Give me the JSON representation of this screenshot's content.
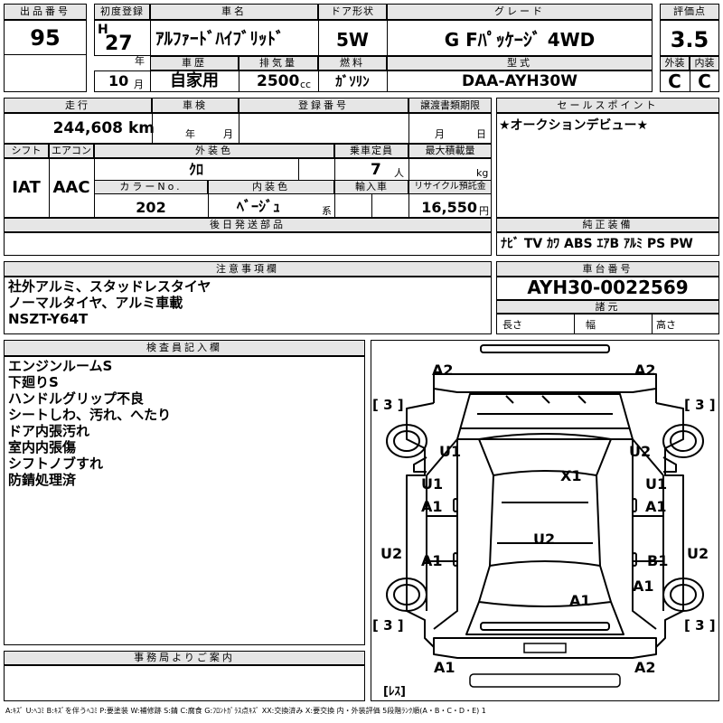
{
  "headers": {
    "lot": "出品番号",
    "first_reg": "初度登録",
    "car_name": "車名",
    "door": "ドア形状",
    "grade": "グレード",
    "score": "評価点",
    "history": "車歴",
    "displacement": "排気量",
    "fuel": "燃料",
    "model_code": "型式",
    "exterior": "外装",
    "interior": "内装",
    "mileage": "走行",
    "inspection": "車検",
    "reg_no": "登録番号",
    "transfer_deadline": "譲渡書類期限",
    "sales_point": "セールスポイント",
    "shift": "シフト",
    "aircon": "エアコン",
    "ext_color": "外装色",
    "capacity": "乗車定員",
    "max_load": "最大積載量",
    "color_no": "カラーNo.",
    "int_color": "内装色",
    "import": "輸入車",
    "recycle": "リサイクル預託金",
    "later_parts": "後日発送部品",
    "genuine": "純正装備",
    "notes": "注意事項欄",
    "chassis": "車台番号",
    "dims": "諸元",
    "inspector": "検査員記入欄",
    "office": "事務局よりご案内"
  },
  "values": {
    "lot": "95",
    "era": "H",
    "year": "27",
    "year_unit": "年",
    "month": "10",
    "month_unit": "月",
    "car_name": "ｱﾙﾌｧｰﾄﾞﾊｲﾌﾞﾘｯﾄﾞ",
    "door": "5W",
    "grade": "G Fﾊﾟｯｹｰｼﾞ 4WD",
    "score": "3.5",
    "history": "自家用",
    "displacement": "2500",
    "cc": "cc",
    "fuel": "ｶﾞｿﾘﾝ",
    "model_code": "DAA-AYH30W",
    "exterior": "C",
    "interior": "C",
    "mileage": "244,608",
    "km": "km",
    "insp_year": "年",
    "insp_month": "月",
    "transfer_month": "月",
    "transfer_day": "日",
    "sales_point": "★オークションデビュー★",
    "shift": "IAT",
    "aircon": "AAC",
    "ext_color": "ｸﾛ",
    "capacity": "7",
    "capacity_unit": "人",
    "load_unit": "kg",
    "color_no": "202",
    "int_color": "ﾍﾞｰｼﾞｭ",
    "int_suffix": "系",
    "recycle": "16,550",
    "yen": "円",
    "genuine": "ﾅﾋﾞ TV ｶﾜ ABS ｴｱB ｱﾙﾐ PS PW",
    "chassis": "AYH30-0022569",
    "length": "長さ",
    "width": "幅",
    "height": "高さ"
  },
  "notes": [
    "社外アルミ、スタッドレスタイヤ",
    "ノーマルタイヤ、アルミ車載",
    "NSZT-Y64T"
  ],
  "inspector_notes": [
    "エンジンルームS",
    "下廻りS",
    "ハンドルグリップ不良",
    "シートしわ、汚れ、へたり",
    "ドア内張汚れ",
    "室内内張傷",
    "シフトノブすれ",
    "防錆処理済"
  ],
  "diagram": {
    "marks": [
      "A2",
      "A2",
      "U1",
      "U2",
      "X1",
      "U1",
      "U1",
      "A1",
      "A1",
      "U2",
      "U2",
      "U2",
      "A1",
      "B1",
      "A1",
      "A1",
      "A1",
      "A2"
    ],
    "brackets": [
      "[ 3 ]",
      "[ 3 ]",
      "[ 3 ]",
      "[ 3 ]",
      "[ﾚｽ]"
    ]
  },
  "footer": "A:ｷｽﾞ U:ﾍｺﾐ B:ｷｽﾞを伴うﾍｺﾐ P:要塗装 W:補修跡 S:錆 C:腐食 G:ﾌﾛﾝﾄｶﾞﾗｽ点ｷｽﾞ XX:交換済み X:要交換 内・外装評価 5段階ﾗﾝｸ順(A・B・C・D・E) 1"
}
